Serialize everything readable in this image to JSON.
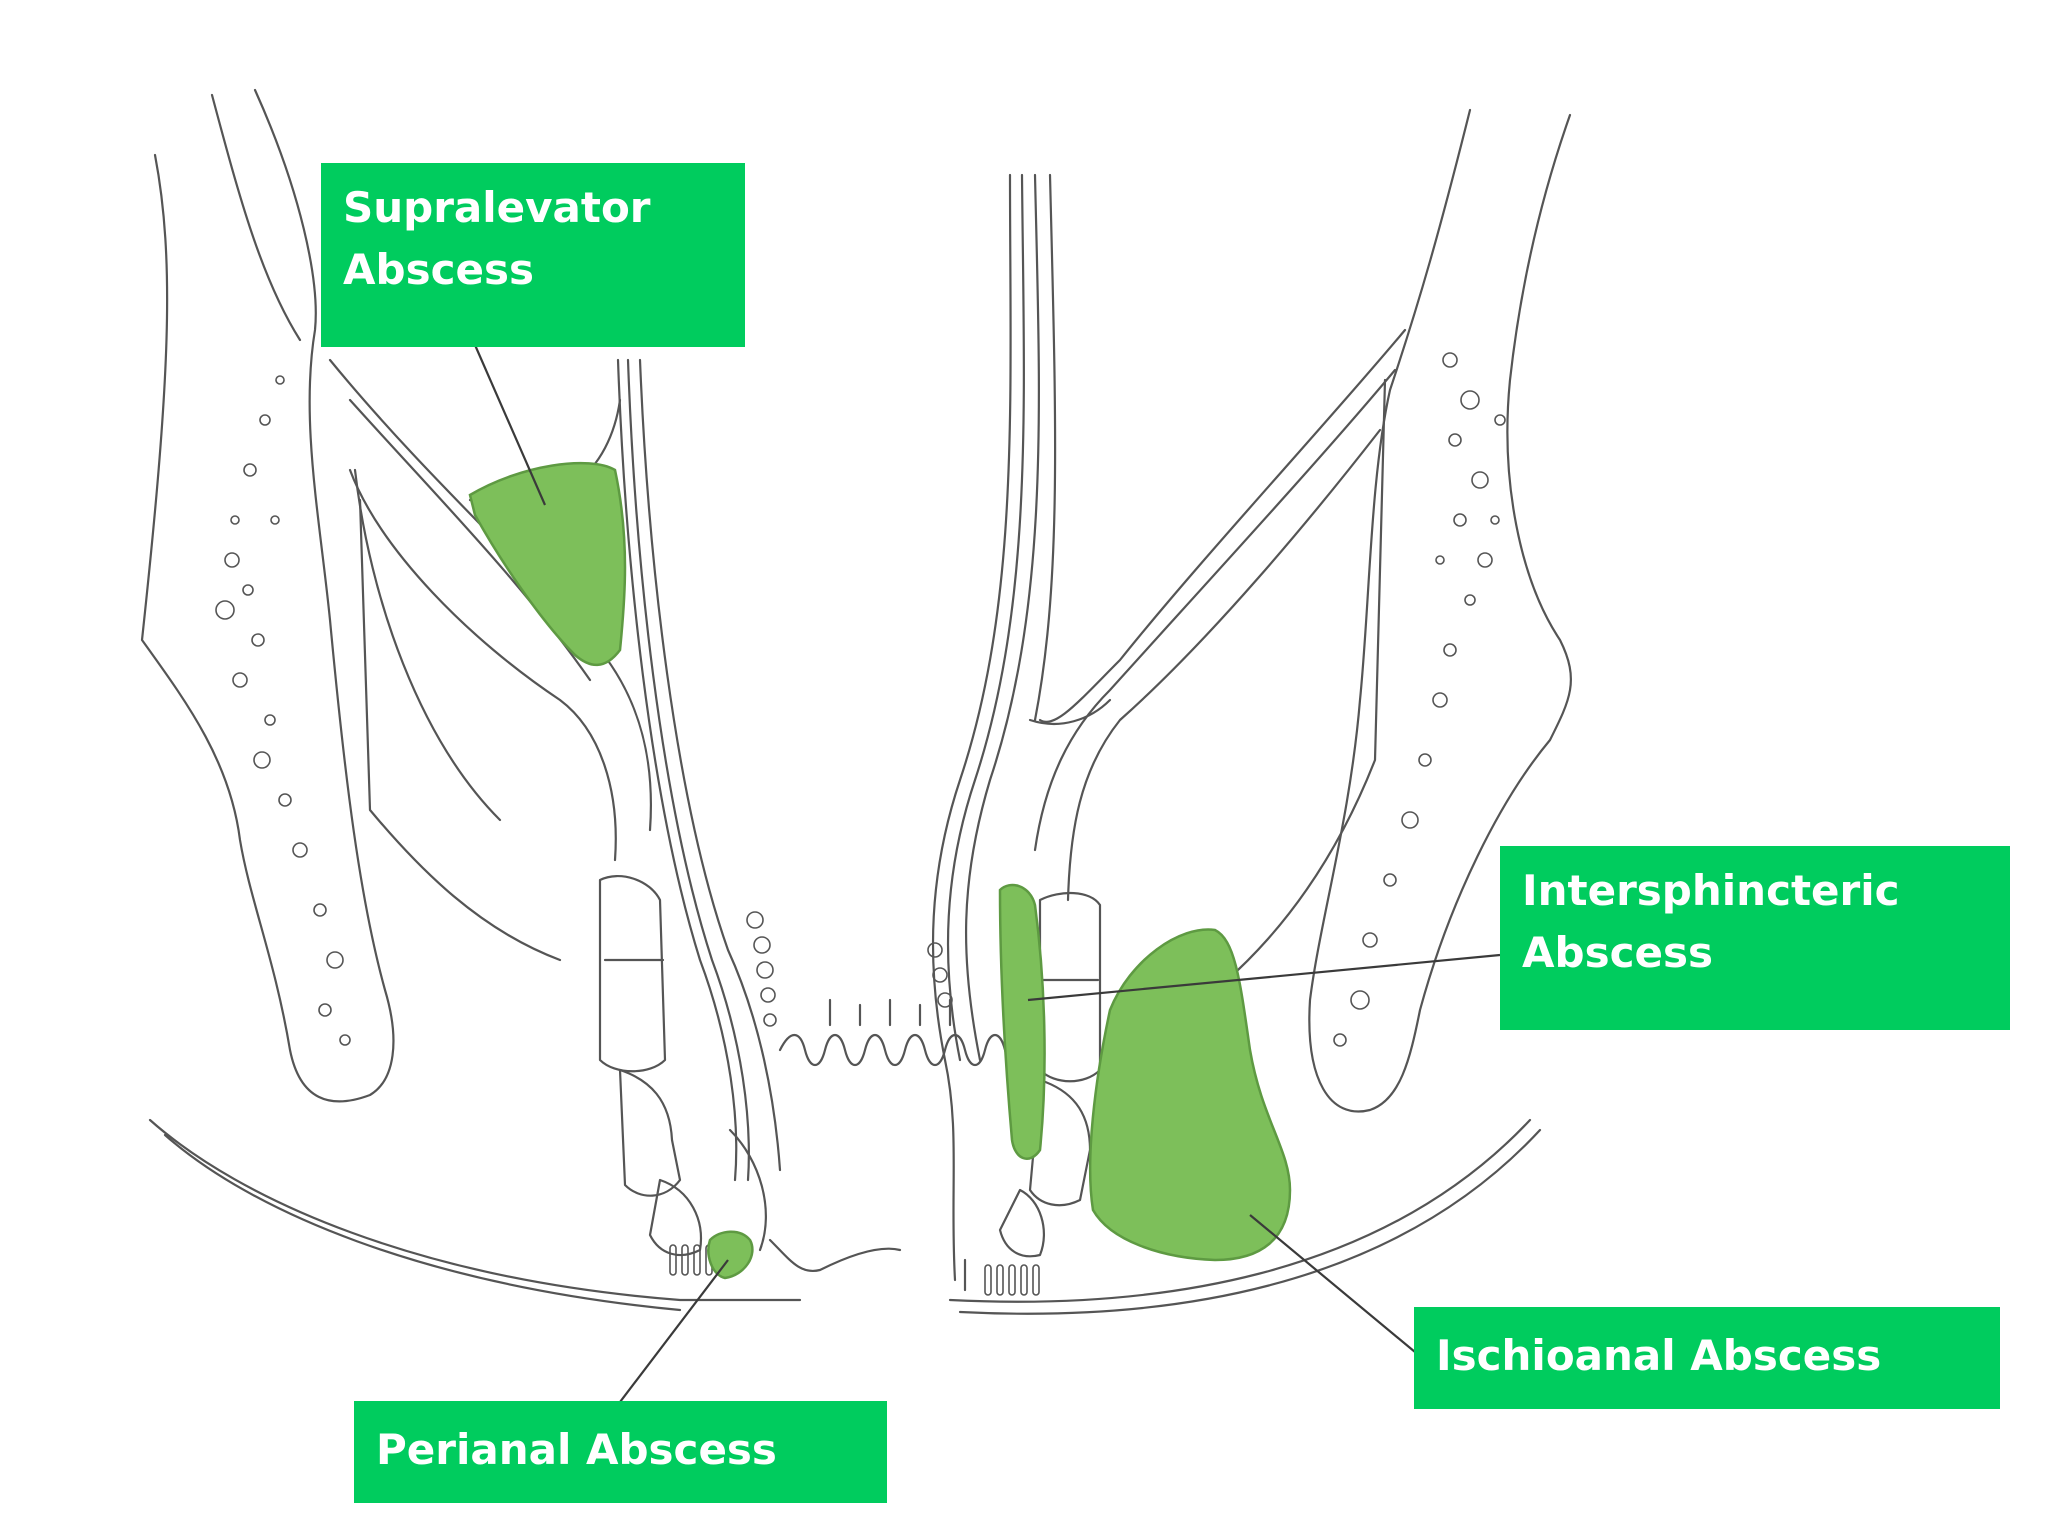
{
  "colors": {
    "label_bg": "#00CC5E",
    "abscess_fill": "#7DBF5A",
    "abscess_stroke": "#5E9A42",
    "line": "#555555",
    "leader": "#3a3a3a"
  },
  "labels": {
    "supralevator": {
      "line1": "Supralevator",
      "line2": "Abscess"
    },
    "intersphincteric": {
      "line1": "Intersphincteric",
      "line2": "Abscess"
    },
    "perianal": {
      "line1": "Perianal Abscess"
    },
    "ischioanal": {
      "line1": "Ischioanal Abscess"
    }
  }
}
